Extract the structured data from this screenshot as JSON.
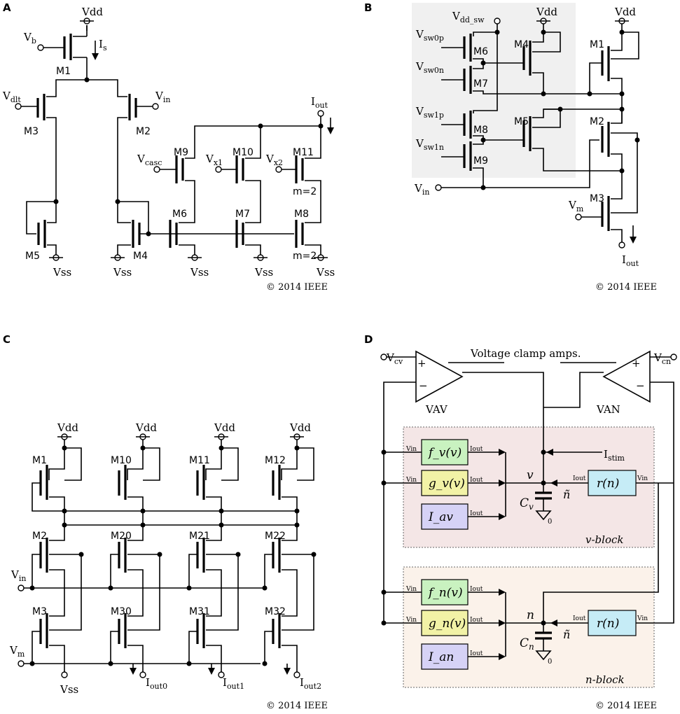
{
  "panels": {
    "A": {
      "label": "A",
      "copyright": "© 2014 IEEE",
      "supply": "Vdd",
      "ground": "Vss",
      "inputs": {
        "vb": "V",
        "vb_sub": "b",
        "vdlt": "V",
        "vdlt_sub": "dlt",
        "vin": "V",
        "vin_sub": "in",
        "vcasc": "V",
        "vcasc_sub": "casc",
        "vx1": "V",
        "vx1_sub": "x1",
        "vx2": "V",
        "vx2_sub": "x2"
      },
      "currents": {
        "is": "I",
        "is_sub": "s",
        "iout": "I",
        "iout_sub": "out"
      },
      "devices": [
        "M1",
        "M2",
        "M3",
        "M4",
        "M5",
        "M6",
        "M7",
        "M8",
        "M9",
        "M10",
        "M11"
      ],
      "multiplier": "m=2"
    },
    "B": {
      "label": "B",
      "copyright": "© 2014 IEEE",
      "supply": "Vdd",
      "inputs": {
        "vddsw": "V",
        "vddsw_sub": "dd_sw",
        "vsw0p": "V",
        "vsw0p_sub": "sw0p",
        "vsw0n": "V",
        "vsw0n_sub": "sw0n",
        "vsw1p": "V",
        "vsw1p_sub": "sw1p",
        "vsw1n": "V",
        "vsw1n_sub": "sw1n",
        "vin": "V",
        "vin_sub": "in",
        "vm": "V",
        "vm_sub": "m"
      },
      "currents": {
        "iout": "I",
        "iout_sub": "out"
      },
      "devices": [
        "M1",
        "M2",
        "M3",
        "M4",
        "M5",
        "M6",
        "M7",
        "M8",
        "M9"
      ]
    },
    "C": {
      "label": "C",
      "copyright": "© 2014 IEEE",
      "supply": "Vdd",
      "ground": "Vss",
      "inputs": {
        "vin": "V",
        "vin_sub": "in",
        "vm": "V",
        "vm_sub": "m"
      },
      "currents": {
        "i0": "I",
        "i0_sub": "out0",
        "i1": "I",
        "i1_sub": "out1",
        "i2": "I",
        "i2_sub": "out2"
      },
      "devices": [
        "M1",
        "M10",
        "M11",
        "M12",
        "M2",
        "M20",
        "M21",
        "M22",
        "M3",
        "M30",
        "M31",
        "M32"
      ]
    },
    "D": {
      "label": "D",
      "copyright": "© 2014 IEEE",
      "title": "Voltage clamp amps.",
      "vav": "VAV",
      "van": "VAN",
      "vcv": "V",
      "vcv_sub": "cv",
      "vcn": "V",
      "vcn_sub": "cn",
      "istim": "I",
      "istim_sub": "stim",
      "port_in": "Vin",
      "port_out": "Iout",
      "v_block": {
        "label": "v-block",
        "node": "v",
        "cap": "C",
        "cap_sub": "v",
        "ntilde": "ñ",
        "blocks": [
          "f_v(v)",
          "g_v(v)",
          "I_av"
        ],
        "r_block": "r(n)",
        "gnd": "0",
        "colors": {
          "block_bg": "#f4e6e6",
          "f": "#c9f2c0",
          "g": "#f2f2a6",
          "i": "#d6d2f6",
          "r": "#c6ecf6"
        }
      },
      "n_block": {
        "label": "n-block",
        "node": "n",
        "cap": "C",
        "cap_sub": "n",
        "ntilde": "ñ",
        "blocks": [
          "f_n(v)",
          "g_n(v)",
          "I_an"
        ],
        "r_block": "r(n)",
        "gnd": "0",
        "colors": {
          "block_bg": "#fbf2ea",
          "f": "#c9f2c0",
          "g": "#f2f2a6",
          "i": "#d6d2f6",
          "r": "#c6ecf6"
        }
      }
    }
  }
}
